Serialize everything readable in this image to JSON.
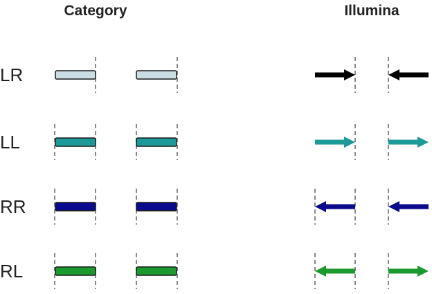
{
  "headers": {
    "category": "Category",
    "illumina": "Illumina"
  },
  "rows": [
    {
      "label": "LR",
      "color": "#c9dde3",
      "arrow_color": "#000000",
      "arrows": [
        "right",
        "left"
      ]
    },
    {
      "label": "LL",
      "color": "#1b9a97",
      "arrow_color": "#1b9a97",
      "arrows": [
        "right",
        "right"
      ]
    },
    {
      "label": "RR",
      "color": "#0a0a8c",
      "arrow_color": "#0a0a8c",
      "arrows": [
        "left",
        "left"
      ]
    },
    {
      "label": "RL",
      "color": "#1a9a2e",
      "arrow_color": "#1a9a2e",
      "arrows": [
        "left",
        "right"
      ]
    }
  ]
}
